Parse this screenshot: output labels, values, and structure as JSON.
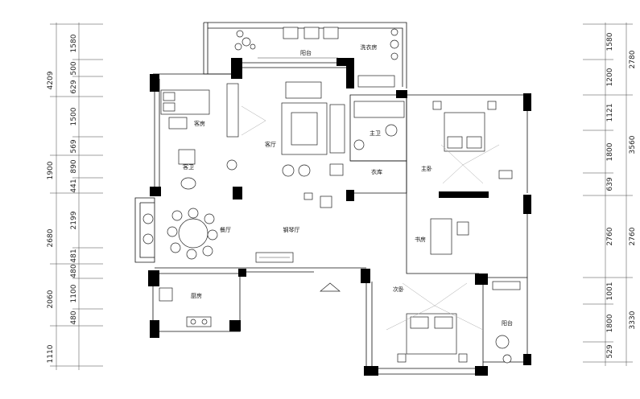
{
  "dimensions": {
    "left_outer": [
      "4209",
      "1900",
      "2680",
      "2060",
      "1110"
    ],
    "left_inner": [
      "1580",
      "500",
      "629",
      "1500",
      "569",
      "890",
      "441",
      "2199",
      "481",
      "480",
      "1100",
      "480"
    ],
    "right_inner": [
      "1580",
      "1200",
      "1121",
      "1800",
      "639",
      "2760",
      "1001",
      "1800",
      "529"
    ],
    "right_outer": [
      "2780",
      "3560",
      "2760",
      "3330"
    ]
  },
  "rooms": {
    "balcony_top": "阳台",
    "laundry": "洗衣房",
    "guest_room": "客房",
    "guest_bath": "客卫",
    "living_room": "客厅",
    "master_bath": "主卫",
    "closet": "衣库",
    "master_bedroom": "主卧",
    "dining_room": "餐厅",
    "piano_hall": "钢琴厅",
    "study": "书房",
    "kitchen": "厨房",
    "second_bedroom": "次卧",
    "balcony_right": "阳台"
  },
  "colors": {
    "wall": "#000000",
    "line": "#111111",
    "background": "#ffffff"
  }
}
